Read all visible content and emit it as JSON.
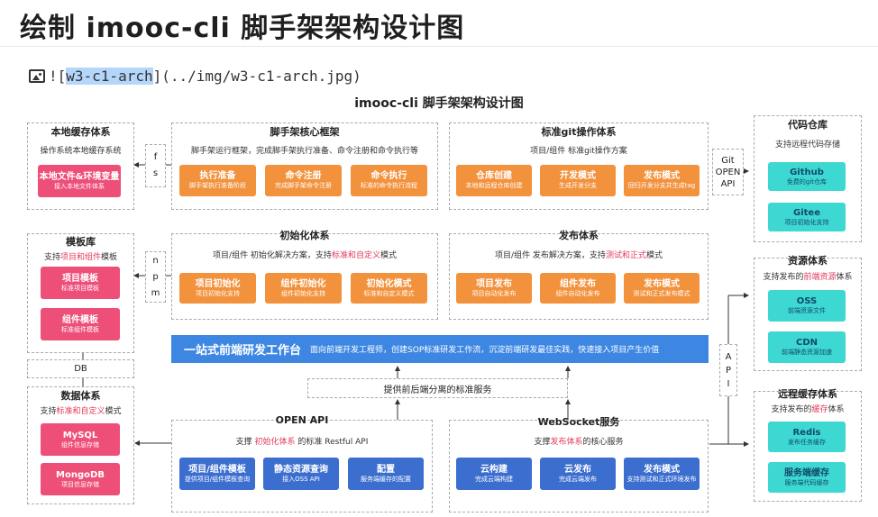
{
  "heading": "绘制 imooc-cli 脚手架架构设计图",
  "markdown": {
    "prefix": "![",
    "alt": "w3-c1-arch",
    "suffix": "](../img/w3-c1-arch.jpg)"
  },
  "diagram_title": "imooc-cli 脚手架架构设计图",
  "local_cache": {
    "title": "本地缓存体系",
    "subtitle": "操作系统本地缓存系统",
    "card": {
      "main": "本地文件&环境变量",
      "sub": "接入本地文件体系"
    }
  },
  "fs_label": [
    "f",
    "s"
  ],
  "template": {
    "title": "模板库",
    "sub_pre": "支持",
    "sub_hl": "项目和组件",
    "sub_post": "模板",
    "cards": [
      {
        "main": "项目模板",
        "sub": "标准项目模板"
      },
      {
        "main": "组件模板",
        "sub": "标准组件模板"
      }
    ]
  },
  "npm_label": [
    "n",
    "p",
    "m"
  ],
  "db_label": "DB",
  "data_sys": {
    "title": "数据体系",
    "sub_pre": "支持",
    "sub_hl": "标准和自定义",
    "sub_post": "模式",
    "cards": [
      {
        "main": "MySQL",
        "sub": "组件信息存储"
      },
      {
        "main": "MongoDB",
        "sub": "项目信息存储"
      }
    ]
  },
  "core": {
    "title": "脚手架核心框架",
    "subtitle": "脚手架运行框架，完成脚手架执行准备、命令注册和命令执行等",
    "cards": [
      {
        "main": "执行准备",
        "sub": "脚手架执行准备阶段"
      },
      {
        "main": "命令注册",
        "sub": "完成脚手架命令注册"
      },
      {
        "main": "命令执行",
        "sub": "标准的命令执行流程"
      }
    ]
  },
  "git": {
    "title": "标准git操作体系",
    "subtitle": "项目/组件 标准git操作方案",
    "cards": [
      {
        "main": "仓库创建",
        "sub": "本地和远程仓库创建"
      },
      {
        "main": "开发模式",
        "sub": "生成开发分支"
      },
      {
        "main": "发布模式",
        "sub": "回归开发分支并生成tag"
      }
    ]
  },
  "init": {
    "title": "初始化体系",
    "sub_pre": "项目/组件 初始化解决方案，支持",
    "sub_hl": "标准和自定义",
    "sub_post": "模式",
    "cards": [
      {
        "main": "项目初始化",
        "sub": "项目初始化支持"
      },
      {
        "main": "组件初始化",
        "sub": "组件初始化支持"
      },
      {
        "main": "初始化模式",
        "sub": "标准和自定义模式"
      }
    ]
  },
  "publish": {
    "title": "发布体系",
    "sub_pre": "项目/组件 发布解决方案，支持",
    "sub_hl": "测试和正式",
    "sub_post": "模式",
    "cards": [
      {
        "main": "项目发布",
        "sub": "项目自动化发布"
      },
      {
        "main": "组件发布",
        "sub": "组件自动化发布"
      },
      {
        "main": "发布模式",
        "sub": "测试和正式发布模式"
      }
    ]
  },
  "git_api_label": [
    "Git",
    "OPEN",
    "API"
  ],
  "repo": {
    "title": "代码仓库",
    "subtitle": "支持远程代码存储",
    "cards": [
      {
        "main": "Github",
        "sub": "免费的git仓库"
      },
      {
        "main": "Gitee",
        "sub": "项目初始化支持"
      }
    ]
  },
  "resource": {
    "title": "资源体系",
    "sub_pre": "支持发布的",
    "sub_hl": "前端资源",
    "sub_post": "体系",
    "cards": [
      {
        "main": "OSS",
        "sub": "前端资源文件"
      },
      {
        "main": "CDN",
        "sub": "前端静态资源加速"
      }
    ]
  },
  "banner": {
    "main": "一站式前端研发工作台",
    "sub": "面向前端开发工程师，创建SOP标准研发工作流，沉淀前端研发最佳实践，快速接入项目产生价值"
  },
  "service_label": "提供前后端分离的标准服务",
  "api_label": [
    "A",
    "P",
    "I"
  ],
  "remote_cache": {
    "title": "远程缓存体系",
    "sub_pre": "支持发布的",
    "sub_hl": "缓存",
    "sub_post": "体系",
    "cards": [
      {
        "main": "Redis",
        "sub": "发布任务缓存"
      },
      {
        "main": "服务端缓存",
        "sub": "服务端代码缓存"
      }
    ]
  },
  "openapi": {
    "title": "OPEN API",
    "sub_pre": "支撑",
    "sub_hl": "初始化体系",
    "sub_post": "的标准 Restful API",
    "cards": [
      {
        "main": "项目/组件模板",
        "sub": "提供项目/组件模板查询"
      },
      {
        "main": "静态资源查询",
        "sub": "接入OSS API"
      },
      {
        "main": "配置",
        "sub": "服务端缓存的配置"
      }
    ]
  },
  "websocket": {
    "title": "WebSocket服务",
    "sub_pre": "支撑",
    "sub_hl": "发布体系",
    "sub_post": "的核心服务",
    "cards": [
      {
        "main": "云构建",
        "sub": "完成云端构建"
      },
      {
        "main": "云发布",
        "sub": "完成云端发布"
      },
      {
        "main": "发布模式",
        "sub": "支持测试和正式环境发布"
      }
    ]
  },
  "colors": {
    "orange": "#f2923d",
    "pink": "#ee4f78",
    "blue": "#3c6ed0",
    "teal": "#3ed8d2",
    "banner": "#3d87e3",
    "highlight": "#e23b5c"
  }
}
